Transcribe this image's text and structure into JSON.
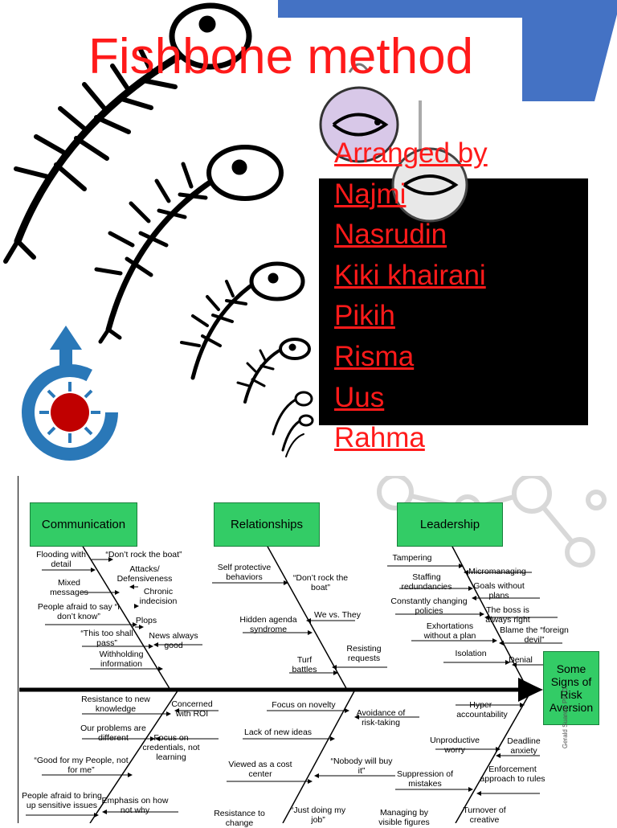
{
  "slide": {
    "title": "Fishbone method",
    "authors": [
      "Arranged by",
      "Najmi",
      "Nasrudin",
      "Kiki khairani",
      "Pikih ",
      "Risma",
      "Uus",
      "Rahma"
    ]
  },
  "diagram": {
    "effect": "Some Signs of Risk Aversion",
    "categories": [
      "Communication",
      "Relationships",
      "Leadership"
    ],
    "communication_causes": [
      "Flooding with detail",
      "“Don’t rock the boat”",
      "Attacks/ Defensiveness",
      "Mixed messages",
      "Chronic indecision",
      "People afraid to say “I don’t know”",
      "Plops",
      "“This too shall pass”",
      "News always good",
      "Withholding information"
    ],
    "relationships_causes": [
      "Self protective behaviors",
      "“Don’t rock the boat”",
      "Hidden agenda syndrome",
      "We vs. They",
      "Resisting requests",
      "Turf battles"
    ],
    "leadership_causes": [
      "Tampering",
      "Micromanaging",
      "Staffing redundancies",
      "Goals without plans",
      "Constantly changing policies",
      "The boss is always right",
      "Exhortations without a plan",
      "Blame the “foreign devil”",
      "Isolation",
      "Denial"
    ],
    "lower_left_causes": [
      "Resistance to new knowledge",
      "Concerned with ROI",
      "Our problems are different",
      "Focus on credentials, not learning",
      "“Good for my People, not for me”",
      "People afraid to bring up sensitive issues",
      "Emphasis on how not why"
    ],
    "lower_middle_causes": [
      "Focus on novelty",
      "Avoidance of risk-taking",
      "Lack of new ideas",
      "Viewed as a cost center",
      "“Nobody will buy it”",
      "Resistance to change",
      "“Just doing my job”"
    ],
    "lower_right_causes": [
      "Hyper- accountability",
      "Unproductive worry",
      "Deadline anxiety",
      "Suppression of mistakes",
      "Enforcement approach to rules",
      "Managing by visible figures",
      "Turnover of creative"
    ],
    "credit": "Gerald Suarez, Ph. D."
  }
}
